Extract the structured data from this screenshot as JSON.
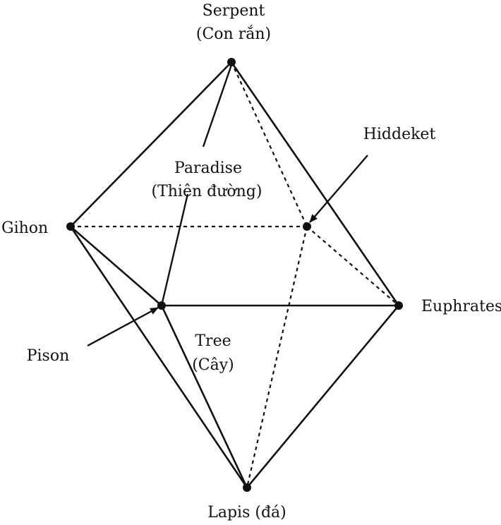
{
  "diagram": {
    "labels": {
      "serpent": "Serpent",
      "serpent_vi": "(Con rắn)",
      "hiddeket": "Hiddeket",
      "paradise": "Paradise",
      "paradise_vi": "(Thiên đường)",
      "gihon": "Gihon",
      "euphrates": "Euphrates",
      "pison": "Pison",
      "tree": "Tree",
      "tree_vi": "(Cây)",
      "lapis": "Lapis (đá)"
    },
    "colors": {
      "ink": "#111111",
      "background": "#ffffff"
    }
  }
}
